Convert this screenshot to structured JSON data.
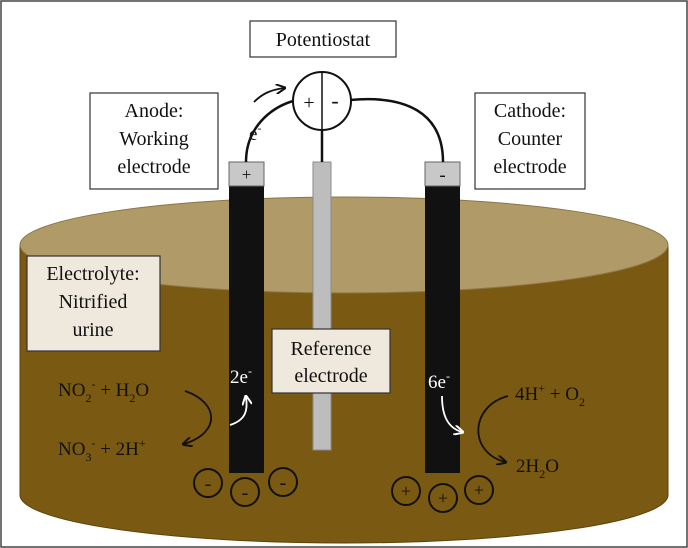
{
  "labels": {
    "potentiostat": "Potentiostat",
    "anode_line1": "Anode:",
    "anode_line2": "Working",
    "anode_line3": "electrode",
    "cathode_line1": "Cathode:",
    "cathode_line2": "Counter",
    "cathode_line3": "electrode",
    "electrolyte_line1": "Electrolyte:",
    "electrolyte_line2": "Nitrified",
    "electrolyte_line3": "urine",
    "reference_line1": "Reference",
    "reference_line2": "electrode",
    "electron_sup": "-"
  },
  "potentiostat_signs": {
    "plus": "+",
    "minus": "-"
  },
  "anode": {
    "terminal_sign": "+",
    "electrons": "2e"
  },
  "cathode": {
    "terminal_sign": "-",
    "electrons": "6e"
  },
  "reactions": {
    "anode_reactant_no": "NO",
    "anode_reactant_sub": "2",
    "anode_reactant_sup": "-",
    "anode_reactant_rest": " + H",
    "anode_reactant_sub2": "2",
    "anode_reactant_end": "O",
    "anode_product_no": "NO",
    "anode_product_sub": "3",
    "anode_product_sup": "-",
    "anode_product_rest": " + 2H",
    "anode_product_sup2": "+",
    "cathode_reactant_a": "4H",
    "cathode_reactant_sup": "+",
    "cathode_reactant_b": " + O",
    "cathode_reactant_sub": "2",
    "cathode_product_a": "2H",
    "cathode_product_sub": "2",
    "cathode_product_b": "O"
  },
  "ions": {
    "anode_side": [
      "-",
      "-",
      "-"
    ],
    "cathode_side": [
      "+",
      "+",
      "+"
    ]
  },
  "colors": {
    "tank_top": "#b09a67",
    "tank_body": "#7a5a12",
    "electrode": "#111111",
    "electrode_cap": "#c8c8c8",
    "reference_rod": "#bdbdbd",
    "label_box": "#efe8dc"
  }
}
